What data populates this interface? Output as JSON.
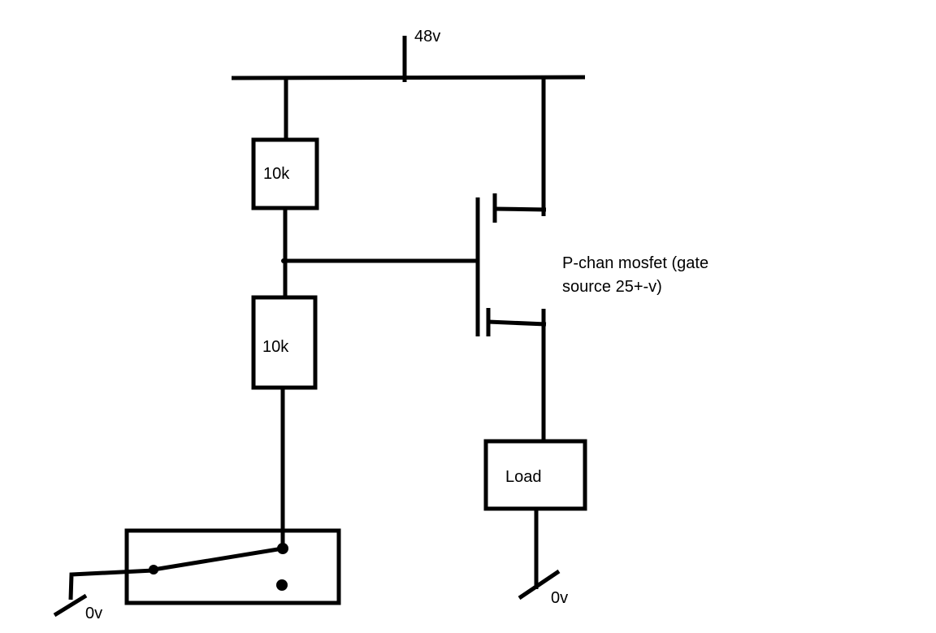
{
  "supply_label": "48v",
  "resistor_top_label": "10k",
  "resistor_bottom_label": "10k",
  "mosfet_label_line1": "P-chan mosfet (gate",
  "mosfet_label_line2": "source 25+-v)",
  "load_label": "Load",
  "ground_left_label": "0v",
  "ground_right_label": "0v",
  "colors": {
    "stroke": "#000000",
    "background": "#ffffff"
  }
}
